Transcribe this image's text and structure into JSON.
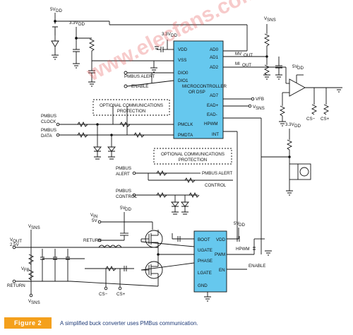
{
  "watermark": "www.elecfans.com",
  "figure": {
    "tag": "Figure 2",
    "caption": "A simplified buck converter uses PMBus communication."
  },
  "colors": {
    "ic_fill": "#66c8ee",
    "tag_bg": "#f4a01c",
    "caption_text": "#1f3b78",
    "watermark": "#e14646"
  },
  "mcu": {
    "title_line1": "MICROCONTROLLER",
    "title_line2": "OR DSP",
    "pins": [
      "VDD",
      "VSS",
      "DIO0",
      "DIO1",
      "PMCLK",
      "PMDTA",
      "AD0",
      "AD1",
      "AD2",
      "AD7",
      "EAD+",
      "EAD-",
      "HPWM",
      "INT"
    ]
  },
  "driver": {
    "pins": [
      "BOOT",
      "UGATE",
      "PHASE",
      "LGATE",
      "GND",
      "VDD",
      "PWM",
      "EN"
    ]
  },
  "labels": {
    "vdd_5v_top": "5V",
    "vdd_sub": "DD",
    "vdd_33_left": "3.3V",
    "vdd_33_mcu": "3.3V",
    "vdd_33_right": "3.3V",
    "vdd_5v_amp": "5V",
    "vdd_5v_bottom": "5V",
    "vdd_5v_driver": "5V",
    "vsns_top": "V",
    "sns_sub": "SNS",
    "mv_out": "MV",
    "mi_out": "MI",
    "out_sub": "OUT",
    "pmbus_alert_in": "PMBUS ALERT",
    "enable_in": "ENABLE",
    "opt_comm_1a": "OPTIONAL COMMUNICATIONS",
    "opt_comm_1b": "PROTECTION",
    "opt_comm_2a": "OPTIONAL COMMUNICATIONS",
    "opt_comm_2b": "PROTECTION",
    "pmbus_clock_a": "PMBUS",
    "pmbus_clock_b": "CLOCK",
    "pmbus_data_a": "PMBUS",
    "pmbus_data_b": "DATA",
    "vfb": "VFB",
    "vsns_ead": "V",
    "pmbus_alert2_a": "PMBUS",
    "pmbus_alert2_b": "ALERT",
    "pmbus_alert_right": "PMBUS ALERT",
    "pmbus_control_a": "PMBUS",
    "pmbus_control_b": "CONTROL",
    "control_right": "CONTROL",
    "cs_minus_amp": "CS−",
    "cs_plus_amp": "CS+",
    "vin": "V",
    "in_sub": "IN",
    "vin_value": "5V",
    "return_top": "RETURN",
    "vout": "V",
    "out_sub2": "OUT",
    "vout_value": "2.5V",
    "vsns_left": "V",
    "vfb_left": "V",
    "fb_sub": "FB",
    "return_left": "RETURN",
    "vsns_bottom": "V",
    "cs_minus_bottom": "CS−",
    "cs_plus_bottom": "CS+",
    "hpwm_right": "HPWM",
    "enable_right": "ENABLE"
  }
}
